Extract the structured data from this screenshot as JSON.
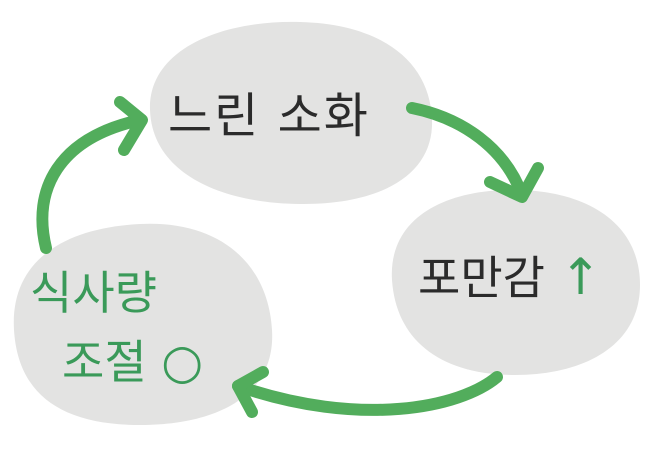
{
  "nodes": {
    "slow_digestion": {
      "label": "느린 소화"
    },
    "satiety": {
      "label": "포만감",
      "symbol": "↑"
    },
    "food_control": {
      "line1": "식사량",
      "line2": "조절",
      "symbol": "○"
    }
  },
  "colors": {
    "arrow": "#52ad5c",
    "node_fill": "#e3e3e2",
    "dark_text": "#2b2b2b",
    "green_text": "#3a9a59"
  }
}
